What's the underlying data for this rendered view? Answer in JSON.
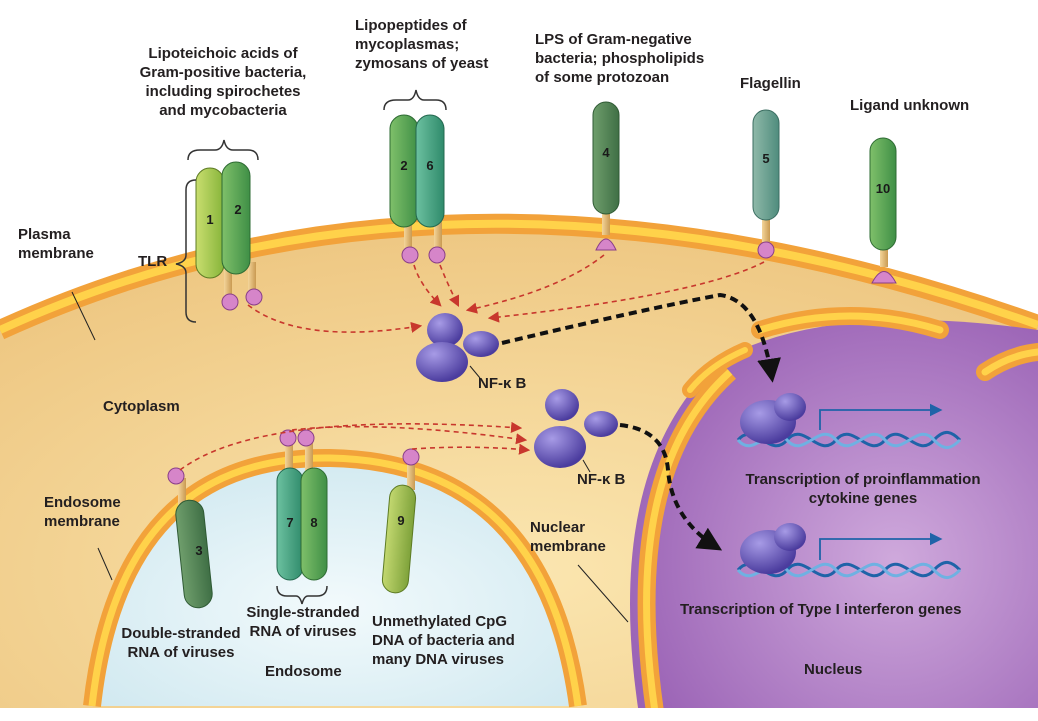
{
  "labels": {
    "lipoteichoic": "Lipoteichoic acids of\nGram-positive bacteria,\nincluding spirochetes\nand mycobacteria",
    "lipopeptides": "Lipopeptides of\nmycoplasmas;\nzymosans of yeast",
    "lps": "LPS of Gram-negative\nbacteria; phospholipids\nof some protozoan",
    "flagellin": "Flagellin",
    "ligand_unknown": "Ligand unknown",
    "plasma_membrane": "Plasma\nmembrane",
    "tlr": "TLR",
    "cytoplasm": "Cytoplasm",
    "nfkb_top": "NF-κ B",
    "nfkb_bottom": "NF-κ B",
    "endosome_membrane": "Endosome\nmembrane",
    "double_stranded": "Double-stranded\nRNA of viruses",
    "single_stranded": "Single-stranded\nRNA of viruses",
    "unmethylated": "Unmethylated CpG\nDNA of bacteria and\nmany DNA viruses",
    "endosome": "Endosome",
    "nuclear_membrane": "Nuclear\nmembrane",
    "nucleus": "Nucleus",
    "transcription_proinflammation": "Transcription of proinflammation\ncytokine genes",
    "transcription_interferon": "Transcription of Type I interferon genes"
  },
  "receptors": {
    "tlr1": "1",
    "tlr2a": "2",
    "tlr2b": "2",
    "tlr6": "6",
    "tlr4": "4",
    "tlr5": "5",
    "tlr10": "10",
    "tlr3": "3",
    "tlr7": "7",
    "tlr8": "8",
    "tlr9": "9"
  },
  "colors": {
    "cytoplasm": "#f2d492",
    "membrane_outer": "#f2a23a",
    "membrane_inner": "#ffd24a",
    "endosome_fill": "#dceff4",
    "nucleus_fill": "#b07cc6",
    "nfkb": "#6a5bbf",
    "dna": "#1f63a8",
    "arrow_red": "#c8372d"
  }
}
